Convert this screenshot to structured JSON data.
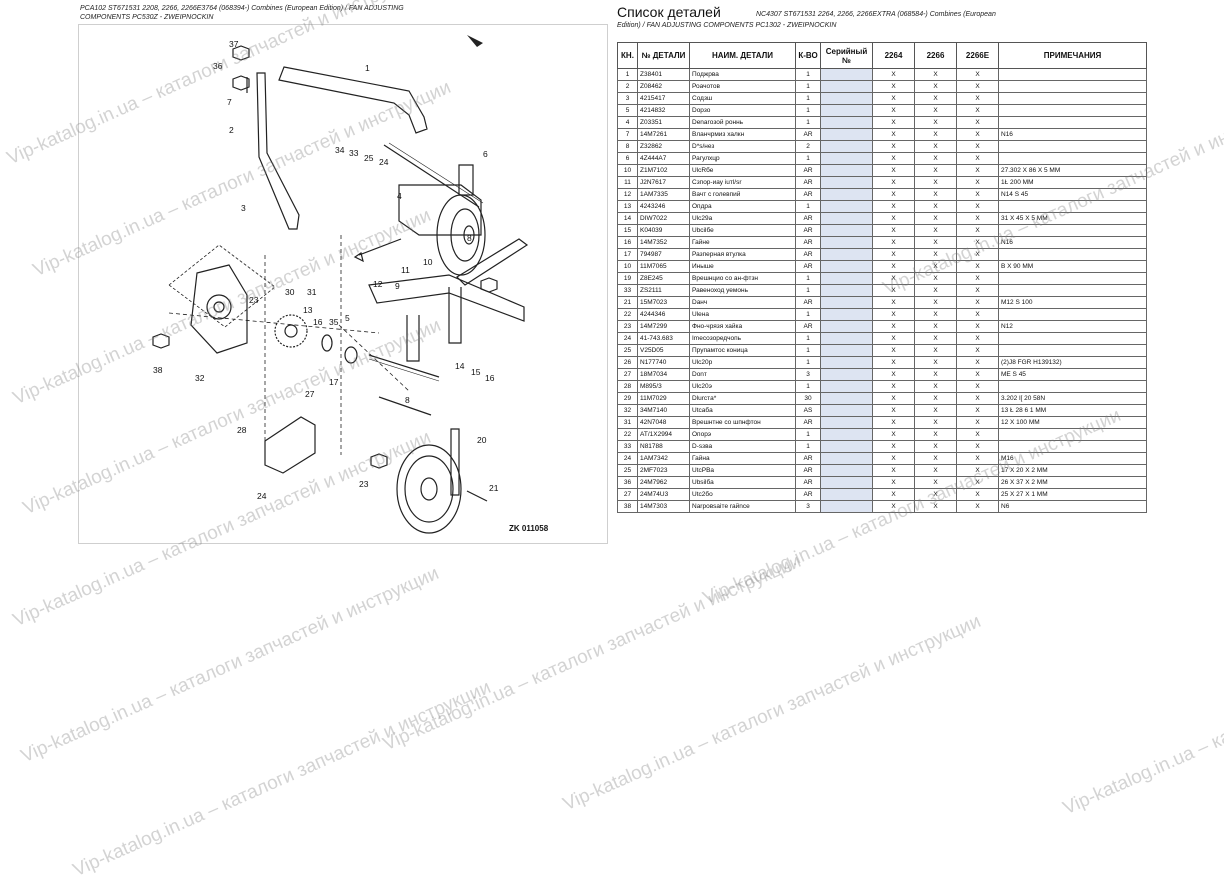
{
  "left_header": {
    "line1": "PCA102 ST671531 2208, 2266, 2266E3764 (068394-) Combines (European Edition) / FAN ADJUSTING",
    "line2": "COMPONENTS PC530Z - ZWEIPNOCKIN"
  },
  "diagram": {
    "ref_code": "ZK 011058",
    "callouts": [
      "37",
      "36",
      "7",
      "1",
      "2",
      "3",
      "34",
      "33",
      "25",
      "24",
      "6",
      "10",
      "11",
      "4",
      "8",
      "12",
      "9",
      "30",
      "31",
      "23",
      "13",
      "16",
      "35",
      "5",
      "38",
      "32",
      "17",
      "8",
      "14",
      "15",
      "16",
      "27",
      "28",
      "24",
      "20",
      "23",
      "21"
    ]
  },
  "parts_list": {
    "title": "Список деталей",
    "subtitle": "NC4307 ST671531 2264, 2266, 2266EXTRA (068584-) Combines (European",
    "subtitle2": "Edition) / FAN ADJUSTING COMPONENTS PC1302 - ZWEIPNOCKIN",
    "headers": {
      "key": "КН.",
      "part_no": "№ ДЕТАЛИ",
      "name": "НАИМ. ДЕТАЛИ",
      "qty": "К-ВО",
      "serial": "Серийный №",
      "m1": "2264",
      "m2": "2266",
      "m3": "2266E",
      "notes": "ПРИМЕЧАНИЯ"
    },
    "rows": [
      {
        "k": "1",
        "part": "Z38401",
        "name": "Поджрва",
        "qty": "1",
        "serial": "",
        "m1": "X",
        "m2": "X",
        "m3": "X",
        "note": ""
      },
      {
        "k": "2",
        "part": "Z08462",
        "name": "Роачотов",
        "qty": "1",
        "serial": "",
        "m1": "X",
        "m2": "X",
        "m3": "X",
        "note": ""
      },
      {
        "k": "3",
        "part": "4215417",
        "name": "Содзш",
        "qty": "1",
        "serial": "",
        "m1": "X",
        "m2": "X",
        "m3": "X",
        "note": ""
      },
      {
        "k": "5",
        "part": "4214832",
        "name": "Dорзо",
        "qty": "1",
        "serial": "",
        "m1": "X",
        "m2": "X",
        "m3": "X",
        "note": ""
      },
      {
        "k": "4",
        "part": "Z03351",
        "name": "Denaroзой роннь",
        "qty": "1",
        "serial": "",
        "m1": "X",
        "m2": "X",
        "m3": "X",
        "note": ""
      },
      {
        "k": "7",
        "part": "14M7261",
        "name": "Вланчрмиз халкн",
        "qty": "AR",
        "serial": "",
        "m1": "X",
        "m2": "X",
        "m3": "X",
        "note": "N16"
      },
      {
        "k": "8",
        "part": "Z32862",
        "name": "D*s/нез",
        "qty": "2",
        "serial": "",
        "m1": "X",
        "m2": "X",
        "m3": "X",
        "note": ""
      },
      {
        "k": "6",
        "part": "4Z444A7",
        "name": "Рагулхцр",
        "qty": "1",
        "serial": "",
        "m1": "X",
        "m2": "X",
        "m3": "X",
        "note": ""
      },
      {
        "k": "10",
        "part": "Z1M7102",
        "name": "UlcRбе",
        "qty": "AR",
        "serial": "",
        "m1": "X",
        "m2": "X",
        "m3": "X",
        "note": "27.302 X 86 X 5 MM"
      },
      {
        "k": "11",
        "part": "J2N7617",
        "name": "Сзпор-иау iuтl/sr",
        "qty": "AR",
        "serial": "",
        "m1": "X",
        "m2": "X",
        "m3": "X",
        "note": "1Ł 200 MM"
      },
      {
        "k": "12",
        "part": "1AM7335",
        "name": "Вачт с голевпий",
        "qty": "AR",
        "serial": "",
        "m1": "X",
        "m2": "X",
        "m3": "X",
        "note": "N14 S 45"
      },
      {
        "k": "13",
        "part": "4243246",
        "name": "Опдра",
        "qty": "1",
        "serial": "",
        "m1": "X",
        "m2": "X",
        "m3": "X",
        "note": ""
      },
      {
        "k": "14",
        "part": "DIW7022",
        "name": "Ulc29a",
        "qty": "AR",
        "serial": "",
        "m1": "X",
        "m2": "X",
        "m3": "X",
        "note": "31 X 45 X 5 MM"
      },
      {
        "k": "15",
        "part": "K04039",
        "name": "Ubcilбe",
        "qty": "AR",
        "serial": "",
        "m1": "X",
        "m2": "X",
        "m3": "X",
        "note": ""
      },
      {
        "k": "16",
        "part": "14M7352",
        "name": "Гайне",
        "qty": "AR",
        "serial": "",
        "m1": "X",
        "m2": "X",
        "m3": "X",
        "note": "N16"
      },
      {
        "k": "17",
        "part": "794987",
        "name": "Разперная втулка",
        "qty": "AR",
        "serial": "",
        "m1": "X",
        "m2": "X",
        "m3": "X",
        "note": ""
      },
      {
        "k": "10",
        "part": "11M7065",
        "name": "Иныше",
        "qty": "AR",
        "serial": "",
        "m1": "X",
        "m2": "X",
        "m3": "X",
        "note": "B X 90 MM"
      },
      {
        "k": "19",
        "part": "Z8E245",
        "name": "Врешнцио со ан-фтзн",
        "qty": "1",
        "serial": "",
        "m1": "X",
        "m2": "X",
        "m3": "X",
        "note": ""
      },
      {
        "k": "33",
        "part": "ZS2111",
        "name": "Равеноход уемонь",
        "qty": "1",
        "serial": "",
        "m1": "X",
        "m2": "X",
        "m3": "X",
        "note": ""
      },
      {
        "k": "21",
        "part": "15M7023",
        "name": "Dанч",
        "qty": "AR",
        "serial": "",
        "m1": "X",
        "m2": "X",
        "m3": "X",
        "note": "M12 S 100"
      },
      {
        "k": "22",
        "part": "4244346",
        "name": "Uleнa",
        "qty": "1",
        "serial": "",
        "m1": "X",
        "m2": "X",
        "m3": "X",
        "note": ""
      },
      {
        "k": "23",
        "part": "14M7299",
        "name": "Фно-чрязя хайка",
        "qty": "AR",
        "serial": "",
        "m1": "X",
        "m2": "X",
        "m3": "X",
        "note": "N12"
      },
      {
        "k": "24",
        "part": "41-743.683",
        "name": "Imecoзоредчопь",
        "qty": "1",
        "serial": "",
        "m1": "X",
        "m2": "X",
        "m3": "X",
        "note": ""
      },
      {
        "k": "25",
        "part": "V25D05",
        "name": "Прупамтос коница",
        "qty": "1",
        "serial": "",
        "m1": "X",
        "m2": "X",
        "m3": "X",
        "note": ""
      },
      {
        "k": "26",
        "part": "N177740",
        "name": "Ulc20p",
        "qty": "1",
        "serial": "",
        "m1": "X",
        "m2": "X",
        "m3": "X",
        "note": "(2)J8 FGR H139132)"
      },
      {
        "k": "27",
        "part": "18M7034",
        "name": "Donт",
        "qty": "3",
        "serial": "",
        "m1": "X",
        "m2": "X",
        "m3": "X",
        "note": "ME S 45"
      },
      {
        "k": "28",
        "part": "M895/3",
        "name": "Ulc20э",
        "qty": "1",
        "serial": "",
        "m1": "X",
        "m2": "X",
        "m3": "X",
        "note": ""
      },
      {
        "k": "29",
        "part": "11M7029",
        "name": "Dlurcтa*",
        "qty": "30",
        "serial": "",
        "m1": "X",
        "m2": "X",
        "m3": "X",
        "note": "3.202 l[ 20 58N"
      },
      {
        "k": "32",
        "part": "34M7140",
        "name": "Utcaбa",
        "qty": "AS",
        "serial": "",
        "m1": "X",
        "m2": "X",
        "m3": "X",
        "note": "13 Ł 28 6 1 MM"
      },
      {
        "k": "31",
        "part": "42N7048",
        "name": "Врешнтне со шпнфтон",
        "qty": "AR",
        "serial": "",
        "m1": "X",
        "m2": "X",
        "m3": "X",
        "note": "12 X 100 MM"
      },
      {
        "k": "22",
        "part": "AT/1X2994",
        "name": "Опорэ",
        "qty": "1",
        "serial": "",
        "m1": "X",
        "m2": "X",
        "m3": "X",
        "note": ""
      },
      {
        "k": "33",
        "part": "N81788",
        "name": "D-sзвa",
        "qty": "1",
        "serial": "",
        "m1": "X",
        "m2": "X",
        "m3": "X",
        "note": ""
      },
      {
        "k": "24",
        "part": "1AM7342",
        "name": "Гайна",
        "qty": "AR",
        "serial": "",
        "m1": "X",
        "m2": "X",
        "m3": "X",
        "note": "M16"
      },
      {
        "k": "25",
        "part": "2MF7023",
        "name": "UtcPBa",
        "qty": "AR",
        "serial": "",
        "m1": "X",
        "m2": "X",
        "m3": "X",
        "note": "17 X 20 X 2 MM"
      },
      {
        "k": "36",
        "part": "24M7962",
        "name": "Ubsilбa",
        "qty": "AR",
        "serial": "",
        "m1": "X",
        "m2": "X",
        "m3": "X",
        "note": "26 X 37 X 2 MM"
      },
      {
        "k": "27",
        "part": "24M74U3",
        "name": "Utc2бo",
        "qty": "AR",
        "serial": "",
        "m1": "X",
        "m2": "X",
        "m3": "X",
        "note": "25 X 27 X 1 MM"
      },
      {
        "k": "38",
        "part": "14M7303",
        "name": "Narpoвsaiтe raйnce",
        "qty": "3",
        "serial": "",
        "m1": "X",
        "m2": "X",
        "m3": "X",
        "note": "N6"
      }
    ]
  },
  "watermarks": [
    "Vip-katalog.in.ua – каталоги запчастей и инструкции",
    "Vip-katalog.in.ua – каталоги запчастей и инструкции",
    "Vip-katalog.in.ua – каталоги запчастей и инструкции",
    "Vip-katalog.in.ua – каталоги запчастей и инструкции",
    "Vip-katalog.in.ua – каталоги запчастей и инструкции",
    "Vip-katalog.in.ua – каталоги запчастей и инструкции",
    "Vip-katalog.in.ua – каталоги запчастей и инструкции",
    "Vip-katalog.in.ua – каталоги запчастей и инструкции",
    "Vip-katalog.in.ua – каталоги запчастей и инструкции",
    "Vip-katalog.in.ua – каталоги запчастей и инструкции",
    "Vip-katalog.in.ua – каталоги запчастей и инструкции",
    "Vip-katalog.in.ua – каталоги запчастей и инструкции"
  ]
}
